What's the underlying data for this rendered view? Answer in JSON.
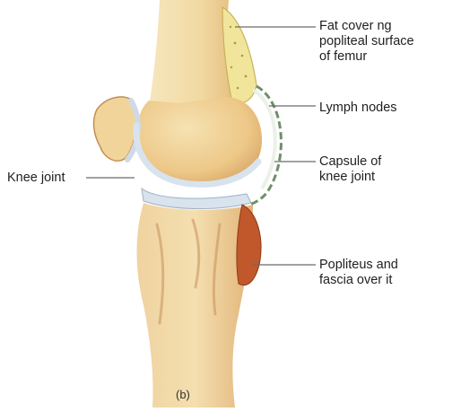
{
  "figure_label": "(b)",
  "labels": {
    "fat": [
      "Fat cover ng",
      "popliteal surface",
      "of femur"
    ],
    "lymph": "Lymph nodes",
    "capsule": [
      "Capsule of",
      "knee joint"
    ],
    "knee": "Knee joint",
    "popliteus": [
      "Popliteus and",
      "fascia over it"
    ]
  },
  "colors": {
    "bone": "#f2dca6",
    "bone_shadow": "#d9a868",
    "fat": "#f0e59a",
    "cartilage": "#d8e3ee",
    "capsule": "#a8b8a0",
    "muscle": "#c0582c",
    "leader_line": "#6a6a6a"
  }
}
